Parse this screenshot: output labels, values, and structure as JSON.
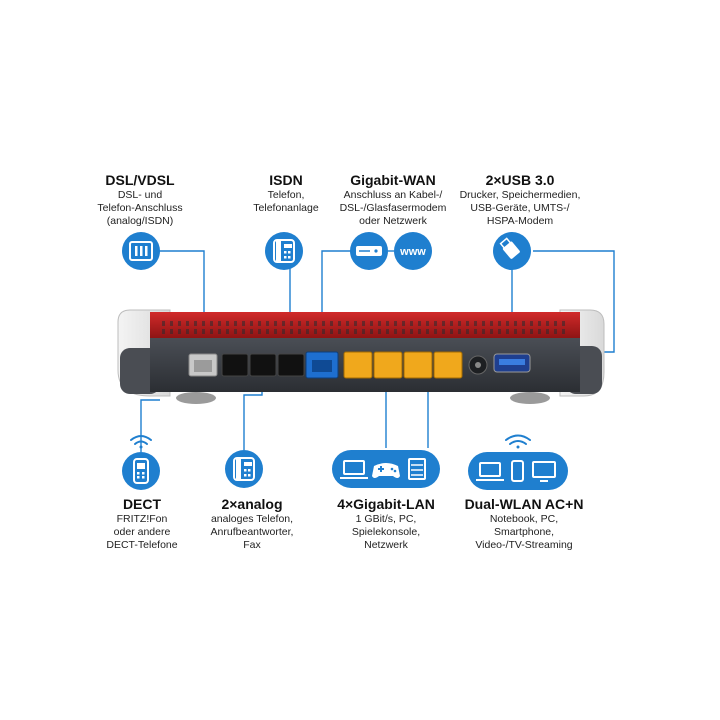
{
  "features_top": [
    {
      "title": "DSL/VDSL",
      "lines": [
        "DSL- und",
        "Telefon-Anschluss",
        "(analog/ISDN)"
      ]
    },
    {
      "title": "ISDN",
      "lines": [
        "Telefon,",
        "Telefonanlage"
      ]
    },
    {
      "title": "Gigabit-WAN",
      "lines": [
        "Anschluss an Kabel-/",
        "DSL-/Glasfasermodem",
        "oder Netzwerk"
      ]
    },
    {
      "title": "2×USB 3.0",
      "lines": [
        "Drucker, Speichermedien,",
        "USB-Geräte, UMTS-/",
        "HSPA-Modem"
      ]
    }
  ],
  "features_bottom": [
    {
      "title": "DECT",
      "lines": [
        "FRITZ!Fon",
        "oder andere",
        "DECT-Telefone"
      ]
    },
    {
      "title": "2×analog",
      "lines": [
        "analoges Telefon,",
        "Anrufbeantworter,",
        "Fax"
      ]
    },
    {
      "title": "4×Gigabit-LAN",
      "lines": [
        "1 GBit/s, PC,",
        "Spielekonsole,",
        "Netzwerk"
      ]
    },
    {
      "title": "Dual-WLAN AC+N",
      "lines": [
        "Notebook, PC,",
        "Smartphone,",
        "Video-/TV-Streaming"
      ]
    }
  ],
  "www_label": "www",
  "colors": {
    "accent_blue": "#1f7fcf",
    "lan_yellow": "#f0a81c",
    "wan_blue": "#1e6fd0",
    "router_red": "#b81d1d",
    "router_dark": "#3b3f46"
  }
}
